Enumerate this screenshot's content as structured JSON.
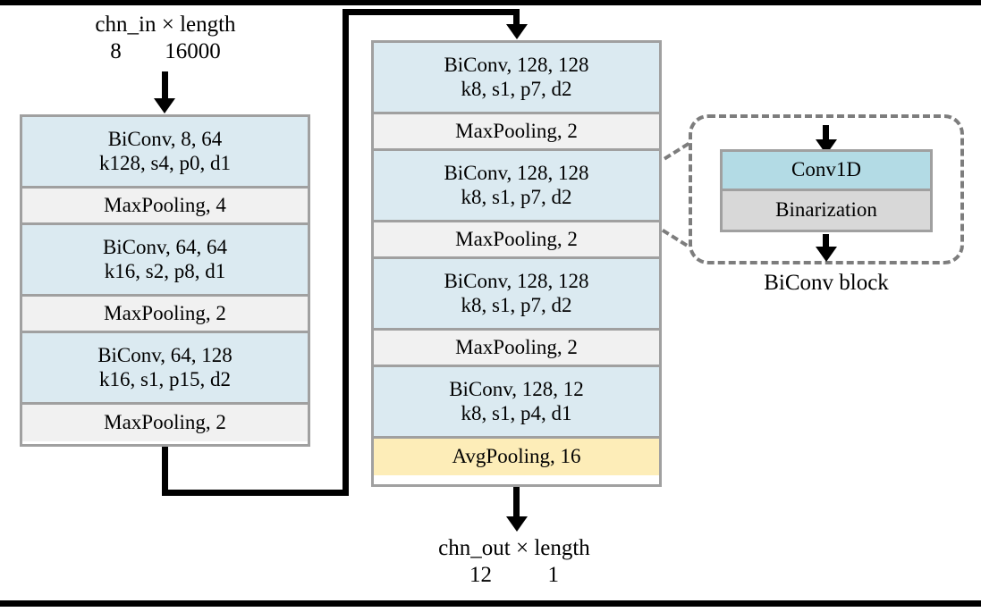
{
  "figure": {
    "title_caption": "BiConv block",
    "colors": {
      "conv_block_fill": "#dbeaf1",
      "pool_fill": "#f1f1f1",
      "avgpool_fill": "#fdedb8",
      "conv1d_fill": "#b3dbe5",
      "binarization_fill": "#d8d8d8",
      "box_border": "#a0a0a0",
      "arrow": "#000000",
      "dashed_border": "#7d7d7d"
    }
  },
  "input_label": {
    "line1": "chn_in × length",
    "dim_channels": "8",
    "dim_length": "16000"
  },
  "output_label": {
    "line1": "chn_out × length",
    "dim_channels": "12",
    "dim_length": "1"
  },
  "left_stack": {
    "cells": [
      {
        "kind": "conv",
        "line1": "BiConv, 8, 64",
        "line2": "k128, s4, p0, d1"
      },
      {
        "kind": "pool",
        "line1": "MaxPooling, 4",
        "line2": ""
      },
      {
        "kind": "conv",
        "line1": "BiConv, 64, 64",
        "line2": "k16, s2, p8, d1"
      },
      {
        "kind": "pool",
        "line1": "MaxPooling, 2",
        "line2": ""
      },
      {
        "kind": "conv",
        "line1": "BiConv, 64, 128",
        "line2": "k16, s1, p15, d2"
      },
      {
        "kind": "pool",
        "line1": "MaxPooling, 2",
        "line2": ""
      }
    ]
  },
  "middle_stack": {
    "cells": [
      {
        "kind": "conv",
        "line1": "BiConv, 128, 128",
        "line2": "k8, s1, p7, d2"
      },
      {
        "kind": "pool",
        "line1": "MaxPooling, 2",
        "line2": ""
      },
      {
        "kind": "conv",
        "line1": "BiConv, 128, 128",
        "line2": "k8, s1, p7, d2"
      },
      {
        "kind": "pool",
        "line1": "MaxPooling, 2",
        "line2": ""
      },
      {
        "kind": "conv",
        "line1": "BiConv, 128, 128",
        "line2": "k8, s1, p7, d2"
      },
      {
        "kind": "pool",
        "line1": "MaxPooling, 2",
        "line2": ""
      },
      {
        "kind": "conv",
        "line1": "BiConv, 128, 12",
        "line2": "k8, s1, p4, d1"
      },
      {
        "kind": "avg",
        "line1": "AvgPooling, 16",
        "line2": ""
      }
    ]
  },
  "biconv_detail": {
    "caption": "BiConv block",
    "stages": [
      {
        "label": "Conv1D"
      },
      {
        "label": "Binarization"
      }
    ]
  }
}
